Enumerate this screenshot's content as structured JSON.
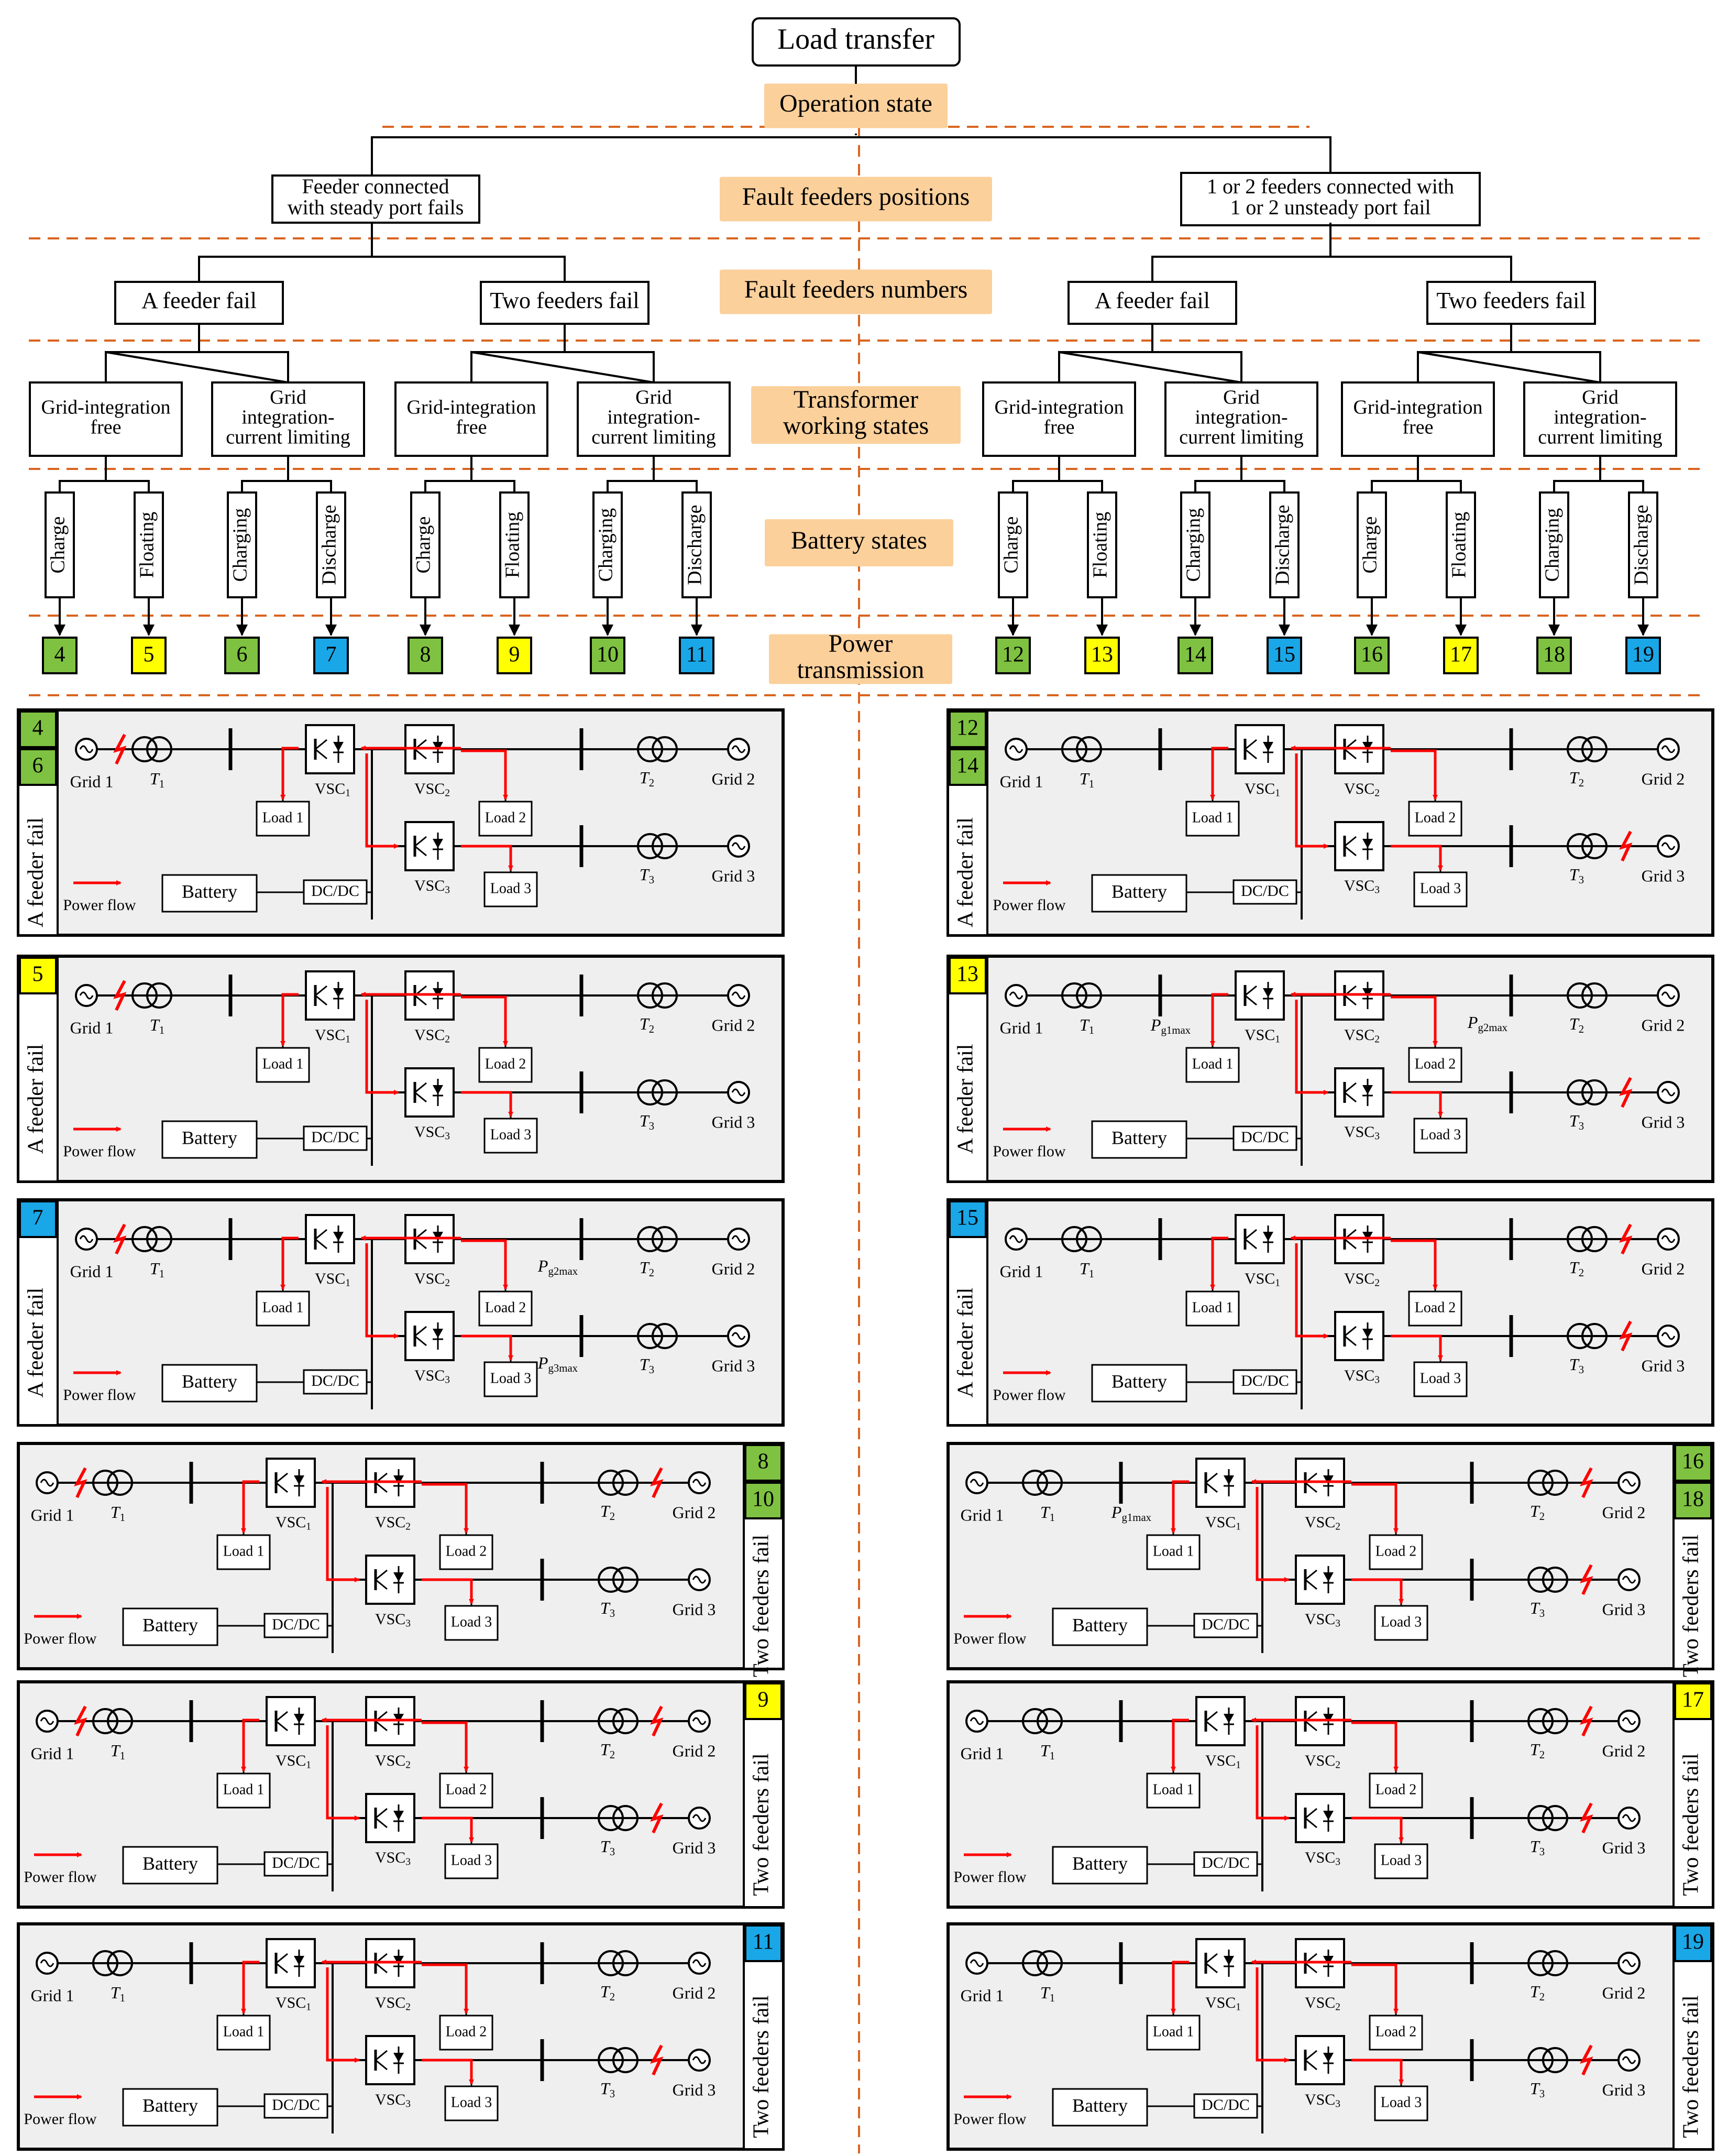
{
  "root": "Load transfer",
  "levels": {
    "operation_state": "Operation state",
    "fault_positions": "Fault feeders positions",
    "fault_numbers": "Fault feeders numbers",
    "transformer_states": [
      "Transformer",
      "working states"
    ],
    "battery_states": "Battery states",
    "power_transmission": [
      "Power",
      "transmission"
    ]
  },
  "positions": [
    [
      "Feeder connected",
      "with steady port fails"
    ],
    [
      "1 or 2 feeders connected with",
      "1 or 2 unsteady port fail"
    ]
  ],
  "numbers": [
    "A feeder fail",
    "Two feeders fail"
  ],
  "transformer": {
    "free": [
      "Grid-integration",
      "free"
    ],
    "limiting": [
      "Grid",
      "integration-",
      "current limiting"
    ]
  },
  "battery": {
    "free": [
      "Charge",
      "Floating"
    ],
    "limiting": [
      "Charging",
      "Discharge"
    ]
  },
  "leaves": [
    "4",
    "5",
    "6",
    "7",
    "8",
    "9",
    "10",
    "11",
    "12",
    "13",
    "14",
    "15",
    "16",
    "17",
    "18",
    "19"
  ],
  "colors": {
    "green": "#7fc241",
    "yellow": "#ffff00",
    "blue": "#1aa7e8",
    "banner": "#fbd09b",
    "dash": "#d9641e",
    "flow": "#ff0000",
    "panel": "#efefef"
  },
  "schematic": {
    "grid1": "Grid 1",
    "grid2": "Grid 2",
    "grid3": "Grid 3",
    "t1": [
      "T",
      "1"
    ],
    "t2": [
      "T",
      "2"
    ],
    "t3": [
      "T",
      "3"
    ],
    "vsc1": [
      "VSC",
      "1"
    ],
    "vsc2": [
      "VSC",
      "2"
    ],
    "vsc3": [
      "VSC",
      "3"
    ],
    "load1": "Load 1",
    "load2": "Load 2",
    "load3": "Load 3",
    "battery": "Battery",
    "dcdc": "DC/DC",
    "power_flow": "Power flow",
    "pg1": [
      "P",
      "g1max"
    ],
    "pg2": [
      "P",
      "g2max"
    ],
    "pg3": [
      "P",
      "g3max"
    ]
  },
  "panels": [
    {
      "side": "left",
      "row": 0,
      "side_label": "A feeder fail",
      "badges": [
        {
          "n": "4",
          "c": "green"
        },
        {
          "n": "6",
          "c": "green"
        }
      ],
      "faults": [
        1
      ],
      "pmax": []
    },
    {
      "side": "left",
      "row": 1,
      "side_label": "A feeder fail",
      "badges": [
        {
          "n": "5",
          "c": "yellow"
        }
      ],
      "faults": [
        1
      ],
      "pmax": []
    },
    {
      "side": "left",
      "row": 2,
      "side_label": "A feeder fail",
      "badges": [
        {
          "n": "7",
          "c": "blue"
        }
      ],
      "faults": [
        1
      ],
      "pmax": [
        2,
        3
      ]
    },
    {
      "side": "left",
      "row": 3,
      "side_label": "Two feeders fail",
      "badges": [
        {
          "n": "8",
          "c": "green"
        },
        {
          "n": "10",
          "c": "green"
        }
      ],
      "faults": [
        1,
        2
      ],
      "pmax": []
    },
    {
      "side": "left",
      "row": 4,
      "side_label": "Two feeders fail",
      "badges": [
        {
          "n": "9",
          "c": "yellow"
        }
      ],
      "faults": [
        1,
        2,
        3
      ],
      "pmax": []
    },
    {
      "side": "left",
      "row": 5,
      "side_label": "Two feeders fail",
      "badges": [
        {
          "n": "11",
          "c": "blue"
        }
      ],
      "faults": [
        3
      ],
      "pmax": []
    },
    {
      "side": "right",
      "row": 0,
      "side_label": "A feeder fail",
      "badges": [
        {
          "n": "12",
          "c": "green"
        },
        {
          "n": "14",
          "c": "green"
        }
      ],
      "faults": [
        3
      ],
      "pmax": []
    },
    {
      "side": "right",
      "row": 1,
      "side_label": "A feeder fail",
      "badges": [
        {
          "n": "13",
          "c": "yellow"
        }
      ],
      "faults": [
        3
      ],
      "pmax": [
        1,
        2
      ]
    },
    {
      "side": "right",
      "row": 2,
      "side_label": "A feeder fail",
      "badges": [
        {
          "n": "15",
          "c": "blue"
        }
      ],
      "faults": [
        2,
        3
      ],
      "pmax": []
    },
    {
      "side": "right",
      "row": 3,
      "side_label": "Two feeders fail",
      "badges": [
        {
          "n": "16",
          "c": "green"
        },
        {
          "n": "18",
          "c": "green"
        }
      ],
      "faults": [
        2,
        3
      ],
      "pmax": [
        1
      ]
    },
    {
      "side": "right",
      "row": 4,
      "side_label": "Two feeders fail",
      "badges": [
        {
          "n": "17",
          "c": "yellow"
        }
      ],
      "faults": [
        2,
        3
      ],
      "pmax": []
    },
    {
      "side": "right",
      "row": 5,
      "side_label": "Two feeders fail",
      "badges": [
        {
          "n": "19",
          "c": "blue"
        }
      ],
      "faults": [
        3
      ],
      "pmax": []
    }
  ]
}
